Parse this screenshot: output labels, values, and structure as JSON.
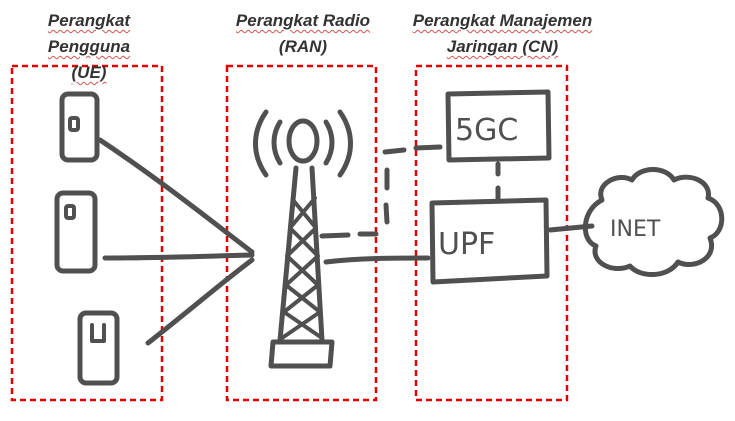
{
  "groups": {
    "ue": {
      "line1": "Perangkat",
      "line2": "Pengguna (UE)"
    },
    "ran": {
      "line1": "Perangkat Radio",
      "line2": "(RAN)"
    },
    "cn": {
      "line1": "Perangkat Manajemen",
      "line2": "Jaringan (CN)"
    }
  },
  "nodes": {
    "core": "5GC",
    "upf": "UPF",
    "internet": "INET"
  },
  "colors": {
    "group_border": "#e00000",
    "sketch": "#505050",
    "label_text": "#333333"
  }
}
